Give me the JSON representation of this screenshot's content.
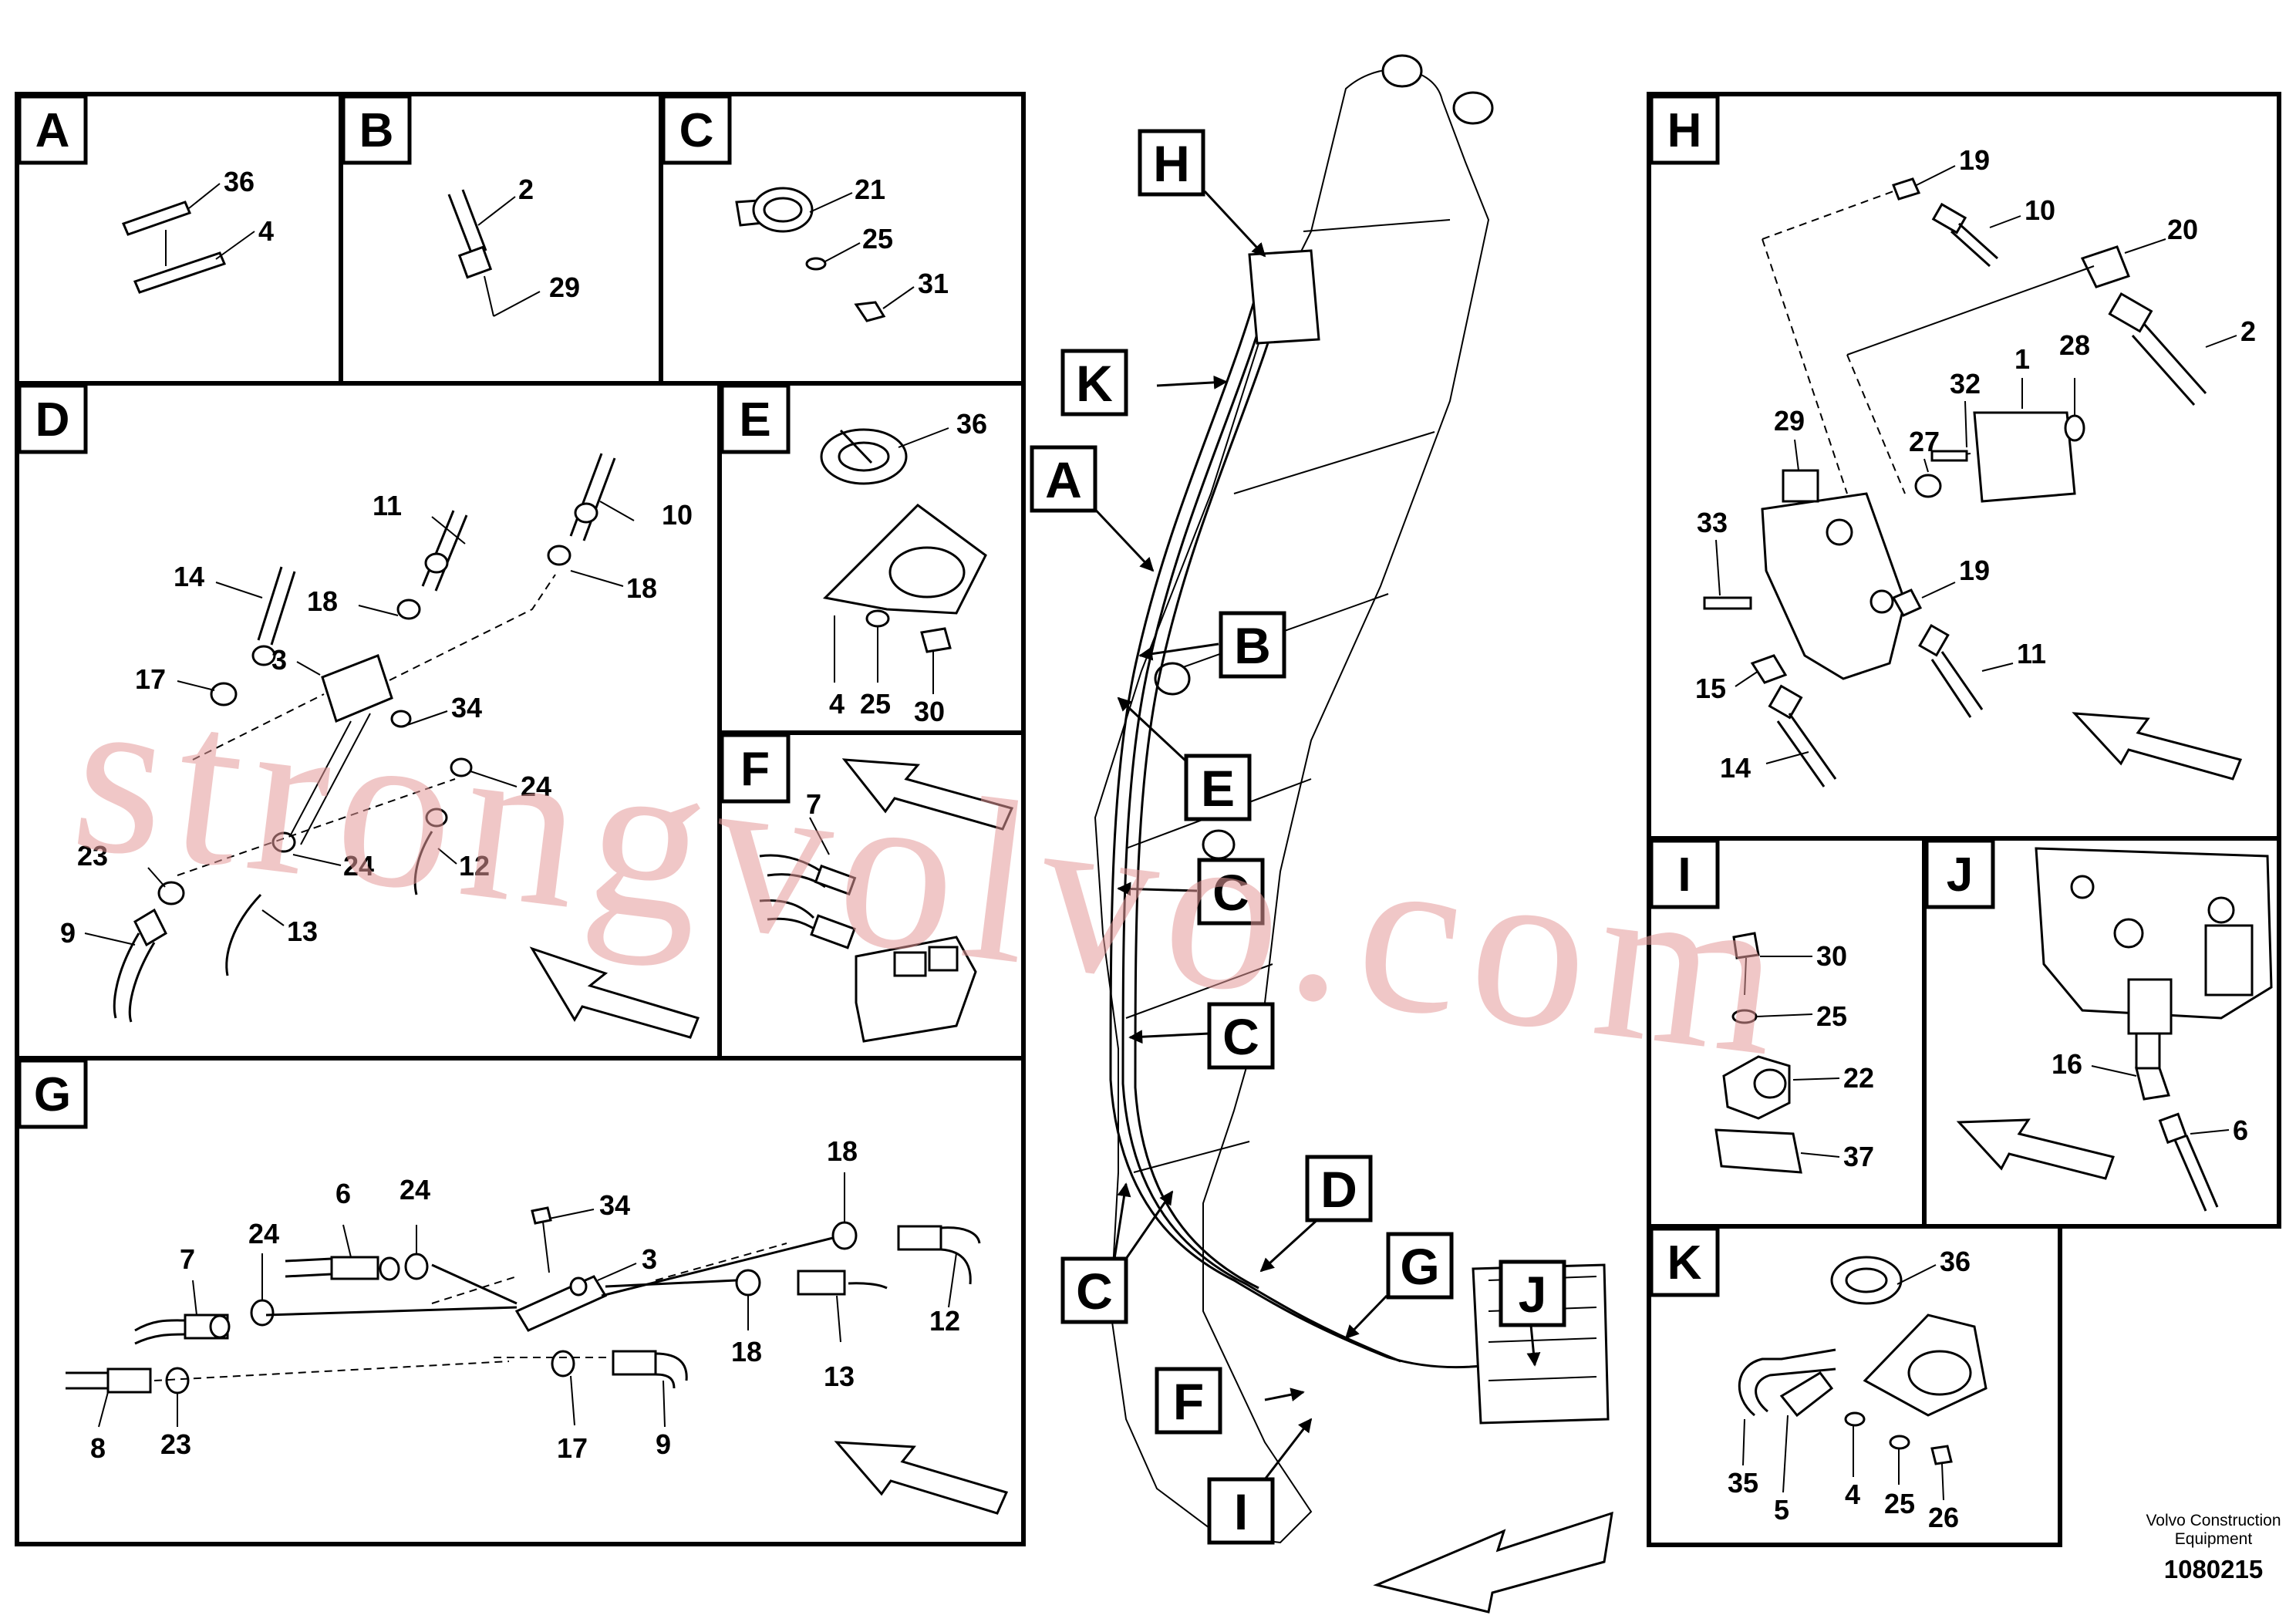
{
  "panels": {
    "A": {
      "letter": "A",
      "parts": [
        "36",
        "4"
      ]
    },
    "B": {
      "letter": "B",
      "parts": [
        "2",
        "29"
      ]
    },
    "C": {
      "letter": "C",
      "parts": [
        "21",
        "25",
        "31"
      ]
    },
    "D": {
      "letter": "D",
      "parts": [
        "11",
        "10",
        "14",
        "18",
        "18",
        "3",
        "17",
        "34",
        "24",
        "23",
        "24",
        "12",
        "9",
        "13"
      ]
    },
    "E": {
      "letter": "E",
      "parts": [
        "36",
        "4",
        "25",
        "30"
      ]
    },
    "F": {
      "letter": "F",
      "parts": [
        "7"
      ]
    },
    "G": {
      "letter": "G",
      "parts": [
        "6",
        "24",
        "34",
        "7",
        "24",
        "3",
        "18",
        "12",
        "18",
        "13",
        "8",
        "23",
        "17",
        "9"
      ]
    },
    "H": {
      "letter": "H",
      "parts": [
        "19",
        "10",
        "20",
        "2",
        "32",
        "1",
        "28",
        "29",
        "27",
        "33",
        "19",
        "11",
        "15",
        "14"
      ]
    },
    "I": {
      "letter": "I",
      "parts": [
        "30",
        "25",
        "22",
        "37"
      ]
    },
    "J": {
      "letter": "J",
      "parts": [
        "16",
        "6"
      ]
    },
    "K": {
      "letter": "K",
      "parts": [
        "36",
        "35",
        "5",
        "4",
        "25",
        "26"
      ]
    }
  },
  "callouts": [
    "H",
    "K",
    "A",
    "B",
    "E",
    "C",
    "C",
    "C",
    "D",
    "G",
    "J",
    "F",
    "I"
  ],
  "watermark": "strongvolvo.com",
  "footer": {
    "brand_line1": "Volvo Construction",
    "brand_line2": "Equipment",
    "drawing_number": "1080215"
  },
  "colors": {
    "line": "#000000",
    "watermark": "#e59a9a",
    "background": "#ffffff"
  }
}
